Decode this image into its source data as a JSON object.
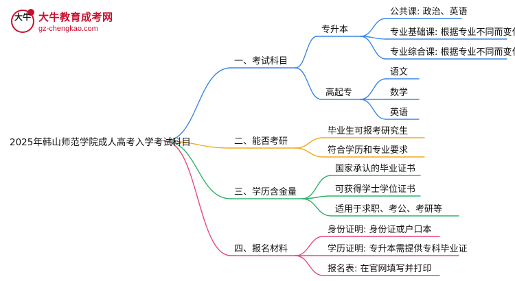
{
  "logo": {
    "mark": "大牛",
    "title": "大牛教育成考网",
    "url": "gz-chengkao.com"
  },
  "root": "2025年韩山师范学院成人高考入学考试科目",
  "branches": [
    {
      "label": "一、考试科目",
      "color": "#3a86e8",
      "children": [
        {
          "label": "专升本",
          "children": [
            "公共课: 政治、英语",
            "专业基础课: 根据专业不同而变化",
            "专业综合课: 根据专业不同而变化"
          ]
        },
        {
          "label": "高起专",
          "children": [
            "语文",
            "数学",
            "英语"
          ]
        }
      ]
    },
    {
      "label": "二、能否考研",
      "color": "#f2a81d",
      "children": [
        "毕业生可报考研究生",
        "符合学历和专业要求"
      ]
    },
    {
      "label": "三、学历含金量",
      "color": "#2db36a",
      "children": [
        "国家承认的毕业证书",
        "可获得学士学位证书",
        "适用于求职、考公、考研等"
      ]
    },
    {
      "label": "四、报名材料",
      "color": "#e8497d",
      "children": [
        "身份证明: 身份证或户口本",
        "学历证明: 专升本需提供专科毕业证",
        "报名表: 在官网填写并打印"
      ]
    }
  ]
}
